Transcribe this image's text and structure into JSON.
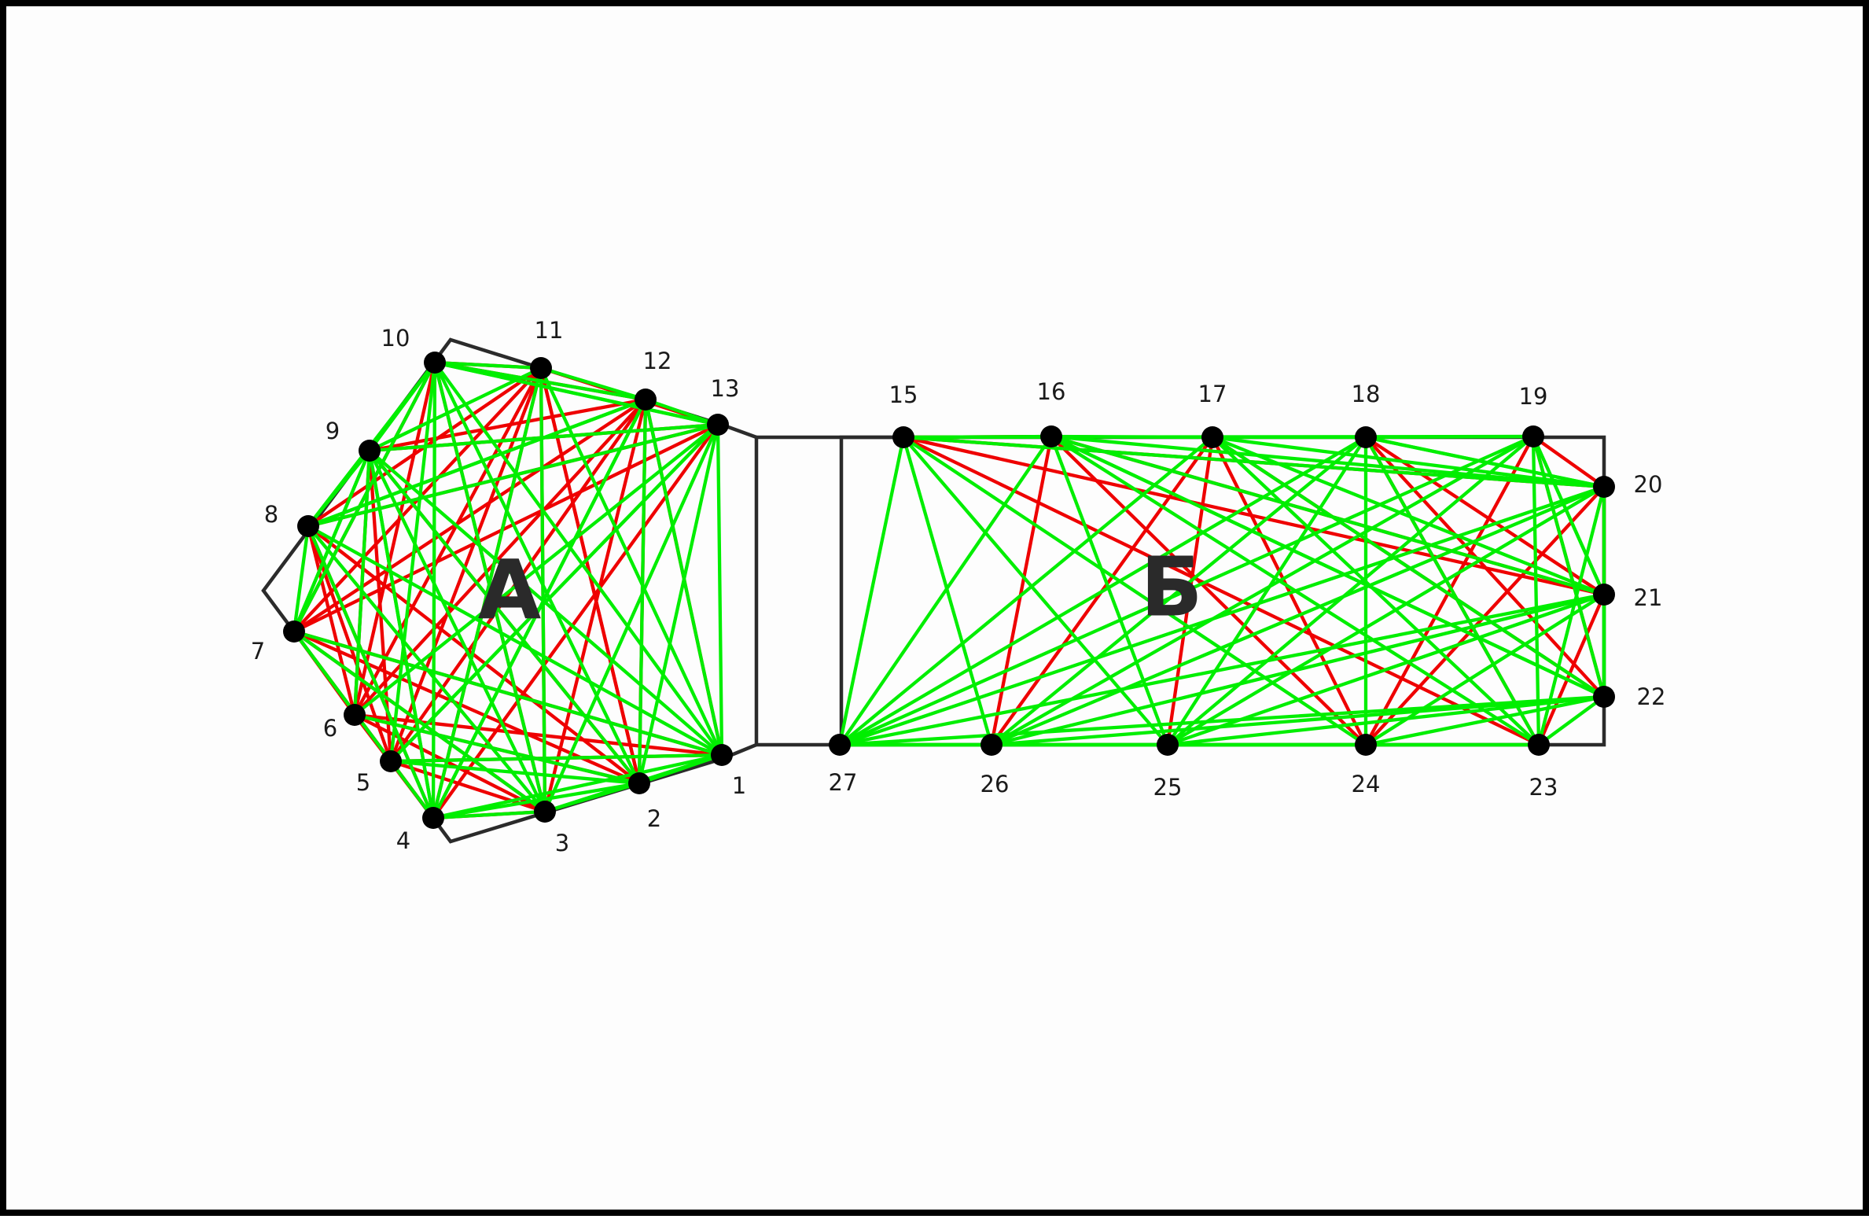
{
  "colors": {
    "red_edge": "#ee0000",
    "green_edge": "#00ee00",
    "node": "#000000",
    "outline": "#2b2b2b",
    "background": "#ffffff"
  },
  "rooms": [
    {
      "id": "A",
      "label": "A"
    },
    {
      "id": "B",
      "label": "Б"
    }
  ],
  "nodes": [
    {
      "id": "1",
      "label": "1"
    },
    {
      "id": "2",
      "label": "2"
    },
    {
      "id": "3",
      "label": "3"
    },
    {
      "id": "4",
      "label": "4"
    },
    {
      "id": "5",
      "label": "5"
    },
    {
      "id": "6",
      "label": "6"
    },
    {
      "id": "7",
      "label": "7"
    },
    {
      "id": "8",
      "label": "8"
    },
    {
      "id": "9",
      "label": "9"
    },
    {
      "id": "10",
      "label": "10"
    },
    {
      "id": "11",
      "label": "11"
    },
    {
      "id": "12",
      "label": "12"
    },
    {
      "id": "13",
      "label": "13"
    },
    {
      "id": "15",
      "label": "15"
    },
    {
      "id": "16",
      "label": "16"
    },
    {
      "id": "17",
      "label": "17"
    },
    {
      "id": "18",
      "label": "18"
    },
    {
      "id": "19",
      "label": "19"
    },
    {
      "id": "20",
      "label": "20"
    },
    {
      "id": "21",
      "label": "21"
    },
    {
      "id": "22",
      "label": "22"
    },
    {
      "id": "23",
      "label": "23"
    },
    {
      "id": "24",
      "label": "24"
    },
    {
      "id": "25",
      "label": "25"
    },
    {
      "id": "26",
      "label": "26"
    },
    {
      "id": "27",
      "label": "27"
    }
  ],
  "edges": {
    "red": [
      [
        "10",
        "11"
      ],
      [
        "11",
        "13"
      ],
      [
        "10",
        "12"
      ],
      [
        "9",
        "12"
      ],
      [
        "8",
        "11"
      ],
      [
        "9",
        "13"
      ],
      [
        "8",
        "13"
      ],
      [
        "7",
        "11"
      ],
      [
        "7",
        "12"
      ],
      [
        "7",
        "13"
      ],
      [
        "6",
        "10"
      ],
      [
        "6",
        "11"
      ],
      [
        "6",
        "12"
      ],
      [
        "5",
        "9"
      ],
      [
        "5",
        "11"
      ],
      [
        "5",
        "12"
      ],
      [
        "4",
        "8"
      ],
      [
        "4",
        "11"
      ],
      [
        "4",
        "13"
      ],
      [
        "3",
        "7"
      ],
      [
        "3",
        "10"
      ],
      [
        "3",
        "11"
      ],
      [
        "3",
        "12"
      ],
      [
        "2",
        "6"
      ],
      [
        "2",
        "8"
      ],
      [
        "2",
        "9"
      ],
      [
        "2",
        "11"
      ],
      [
        "2",
        "12"
      ],
      [
        "1",
        "5"
      ],
      [
        "1",
        "7"
      ],
      [
        "1",
        "12"
      ],
      [
        "4",
        "6"
      ],
      [
        "6",
        "3"
      ],
      [
        "5",
        "3"
      ],
      [
        "4",
        "3"
      ],
      [
        "8",
        "5"
      ],
      [
        "7",
        "6"
      ],
      [
        "7",
        "4"
      ],
      [
        "6",
        "1"
      ],
      [
        "7",
        "2"
      ],
      [
        "8",
        "6"
      ],
      [
        "9",
        "6"
      ],
      [
        "10",
        "7"
      ],
      [
        "11",
        "2"
      ],
      [
        "15",
        "20"
      ],
      [
        "15",
        "21"
      ],
      [
        "16",
        "21"
      ],
      [
        "17",
        "22"
      ],
      [
        "17",
        "26"
      ],
      [
        "17",
        "25"
      ],
      [
        "18",
        "21"
      ],
      [
        "18",
        "22"
      ],
      [
        "18",
        "23"
      ],
      [
        "19",
        "20"
      ],
      [
        "19",
        "24"
      ],
      [
        "19",
        "22"
      ],
      [
        "16",
        "24"
      ],
      [
        "15",
        "23"
      ],
      [
        "17",
        "24"
      ],
      [
        "20",
        "21"
      ],
      [
        "26",
        "16"
      ],
      [
        "15",
        "16"
      ],
      [
        "24",
        "20"
      ],
      [
        "23",
        "21"
      ]
    ],
    "green": [
      [
        "10",
        "13"
      ],
      [
        "10",
        "9"
      ],
      [
        "9",
        "8"
      ],
      [
        "8",
        "7"
      ],
      [
        "10",
        "1"
      ],
      [
        "10",
        "2"
      ],
      [
        "10",
        "3"
      ],
      [
        "10",
        "4"
      ],
      [
        "10",
        "5"
      ],
      [
        "10",
        "8"
      ],
      [
        "11",
        "1"
      ],
      [
        "11",
        "4"
      ],
      [
        "11",
        "9"
      ],
      [
        "11",
        "12"
      ],
      [
        "12",
        "13"
      ],
      [
        "12",
        "1"
      ],
      [
        "12",
        "2"
      ],
      [
        "12",
        "4"
      ],
      [
        "12",
        "8"
      ],
      [
        "13",
        "1"
      ],
      [
        "13",
        "2"
      ],
      [
        "13",
        "3"
      ],
      [
        "13",
        "5"
      ],
      [
        "13",
        "10"
      ],
      [
        "9",
        "1"
      ],
      [
        "9",
        "2"
      ],
      [
        "9",
        "3"
      ],
      [
        "9",
        "4"
      ],
      [
        "9",
        "7"
      ],
      [
        "8",
        "1"
      ],
      [
        "8",
        "3"
      ],
      [
        "8",
        "4"
      ],
      [
        "8",
        "12"
      ],
      [
        "8",
        "10"
      ],
      [
        "7",
        "1"
      ],
      [
        "7",
        "3"
      ],
      [
        "7",
        "5"
      ],
      [
        "7",
        "9"
      ],
      [
        "7",
        "10"
      ],
      [
        "6",
        "2"
      ],
      [
        "6",
        "13"
      ],
      [
        "5",
        "1"
      ],
      [
        "5",
        "2"
      ],
      [
        "5",
        "4"
      ],
      [
        "5",
        "13"
      ],
      [
        "4",
        "1"
      ],
      [
        "4",
        "2"
      ],
      [
        "4",
        "3"
      ],
      [
        "4",
        "12"
      ],
      [
        "3",
        "1"
      ],
      [
        "3",
        "2"
      ],
      [
        "2",
        "1"
      ],
      [
        "5",
        "7"
      ],
      [
        "6",
        "9"
      ],
      [
        "4",
        "9"
      ],
      [
        "11",
        "3"
      ],
      [
        "11",
        "10"
      ],
      [
        "12",
        "10"
      ],
      [
        "13",
        "9"
      ],
      [
        "13",
        "8"
      ],
      [
        "15",
        "16"
      ],
      [
        "16",
        "17"
      ],
      [
        "17",
        "18"
      ],
      [
        "18",
        "19"
      ],
      [
        "15",
        "27"
      ],
      [
        "15",
        "26"
      ],
      [
        "15",
        "25"
      ],
      [
        "15",
        "24"
      ],
      [
        "16",
        "27"
      ],
      [
        "16",
        "25"
      ],
      [
        "16",
        "23"
      ],
      [
        "16",
        "20"
      ],
      [
        "16",
        "22"
      ],
      [
        "17",
        "27"
      ],
      [
        "17",
        "20"
      ],
      [
        "17",
        "21"
      ],
      [
        "17",
        "23"
      ],
      [
        "18",
        "27"
      ],
      [
        "18",
        "26"
      ],
      [
        "18",
        "25"
      ],
      [
        "18",
        "24"
      ],
      [
        "18",
        "20"
      ],
      [
        "19",
        "27"
      ],
      [
        "19",
        "26"
      ],
      [
        "19",
        "25"
      ],
      [
        "19",
        "23"
      ],
      [
        "19",
        "21"
      ],
      [
        "20",
        "27"
      ],
      [
        "20",
        "26"
      ],
      [
        "20",
        "25"
      ],
      [
        "20",
        "23"
      ],
      [
        "20",
        "22"
      ],
      [
        "20",
        "15"
      ],
      [
        "20",
        "18"
      ],
      [
        "21",
        "27"
      ],
      [
        "21",
        "26"
      ],
      [
        "21",
        "25"
      ],
      [
        "21",
        "24"
      ],
      [
        "21",
        "22"
      ],
      [
        "21",
        "19"
      ],
      [
        "22",
        "27"
      ],
      [
        "22",
        "26"
      ],
      [
        "22",
        "25"
      ],
      [
        "22",
        "24"
      ],
      [
        "22",
        "23"
      ],
      [
        "22",
        "16"
      ],
      [
        "22",
        "19"
      ],
      [
        "23",
        "27"
      ],
      [
        "23",
        "25"
      ],
      [
        "23",
        "24"
      ],
      [
        "24",
        "27"
      ],
      [
        "24",
        "25"
      ],
      [
        "25",
        "27"
      ],
      [
        "26",
        "27"
      ],
      [
        "25",
        "26"
      ],
      [
        "18",
        "23"
      ],
      [
        "17",
        "22"
      ],
      [
        "16",
        "21"
      ],
      [
        "15",
        "19"
      ]
    ]
  }
}
